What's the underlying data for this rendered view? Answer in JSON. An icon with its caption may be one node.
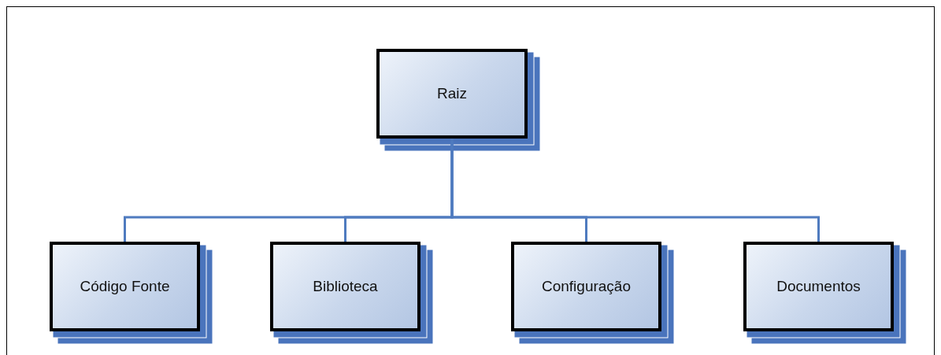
{
  "diagram": {
    "nodes": [
      {
        "text": [
          "Raiz"
        ]
      },
      {
        "text": [
          "Código Fonte"
        ]
      },
      {
        "text": [
          "Biblioteca"
        ]
      },
      {
        "text": [
          "Configuração"
        ]
      },
      {
        "text": [
          "Documentos"
        ]
      }
    ],
    "edges": [
      {
        "from": 0,
        "to": 1,
        "arrow": "none"
      },
      {
        "from": 0,
        "to": 2,
        "arrow": "none"
      },
      {
        "from": 0,
        "to": 3,
        "arrow": "none"
      },
      {
        "from": 0,
        "to": 4,
        "arrow": "none"
      }
    ]
  }
}
